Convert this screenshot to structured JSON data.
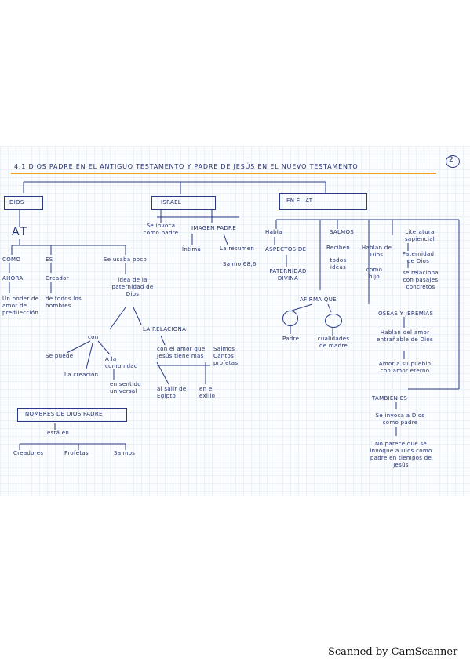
{
  "page_number": "2",
  "title": "4.1 DIOS PADRE EN EL ANTIGUO TESTAMENTO Y PADRE DE JESÚS EN EL NUEVO TESTAMENTO",
  "left": {
    "box": "DIOS",
    "at": "AT",
    "col1": [
      "COMO",
      "AHORA",
      "Un poder de amor de predilección"
    ],
    "col2": [
      "ES",
      "Creador",
      "de todos los hombres"
    ],
    "col3": [
      "Se usaba poco",
      "idea de la paternidad de Dios"
    ],
    "con": "con",
    "se_puede": "Se puede",
    "creacion": "La creación",
    "alianza": "A la comunidad",
    "sentido": "en sentido universal",
    "relacion": "LA RELACIONA",
    "amor": "con el amor que Jesús tiene más",
    "salmos": "Salmos Cantos profetas",
    "salir": "al salir de Egipto",
    "exilio": "en el exilio",
    "nombres_box": "NOMBRES DE DIOS PADRE",
    "esta_en": "está en",
    "nombres": [
      "Creadores",
      "Profetas",
      "Salmos"
    ]
  },
  "middle": {
    "box": "ISRAEL",
    "se_invoca": "Se invoca como padre",
    "imagen": "IMAGEN PADRE",
    "intima": "Íntima",
    "la_resumen": "La resumen",
    "salmo": "Salmo 68,6"
  },
  "right": {
    "box": "EN EL AT",
    "habla": "Habla",
    "aspectos": "ASPECTOS DE",
    "paternidad": "PATERNIDAD DIVINA",
    "salmos": "SALMOS",
    "reciben": "Reciben",
    "todos": "todos ideas",
    "hablan": "Hablan de Dios",
    "como_hijo": "como hijo",
    "literatura": "Literatura sapiencial",
    "paternidad_dios": "Paternidad de Dios",
    "relacion": "se relaciona con pasajes concretos",
    "afirma": "AFIRMA QUE",
    "padre": "Padre",
    "madre": "cualidades de madre",
    "oseas": "OSEAS Y JEREMIAS",
    "hablan_amor": "Hablan del amor entrañable de Dios",
    "amor_pueblo": "Amor a su pueblo con amor eterno",
    "tambien": "TAMBIÉN ES",
    "invoca": "Se invoca a Dios como padre",
    "no_parece": "No parece que se invoque a Dios como padre en tiempos de Jesús"
  },
  "footer": {
    "stamp": "Scanned by CamScanner"
  }
}
